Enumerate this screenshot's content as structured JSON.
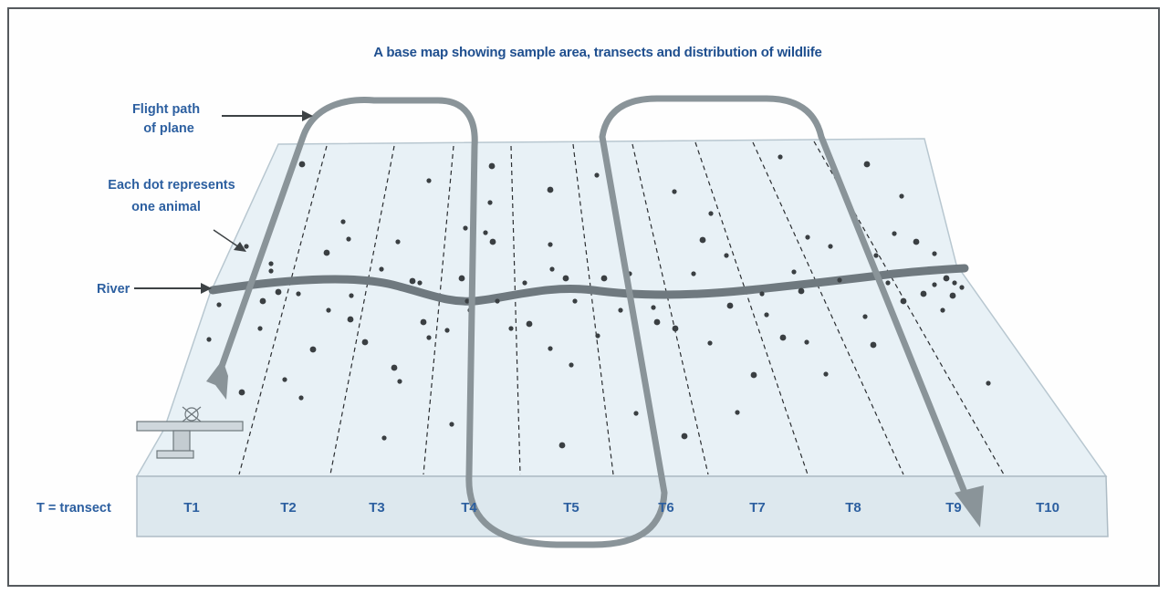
{
  "title": "A base map showing sample area, transects and distribution of wildlife",
  "callouts": {
    "flight_path_line1": "Flight path",
    "flight_path_line2": "of plane",
    "dot_line1": "Each dot represents",
    "dot_line2": "one animal",
    "river": "River",
    "transect_key": "T = transect"
  },
  "transects": [
    "T1",
    "T2",
    "T3",
    "T4",
    "T5",
    "T6",
    "T7",
    "T8",
    "T9",
    "T10"
  ],
  "colors": {
    "frame": "#555a5e",
    "land": "#e8f1f6",
    "land_edge": "#b8c7d0",
    "river": "#6f797f",
    "flight_path": "#8a9499",
    "dots": "#3a3f42",
    "text": "#2c5fa0"
  }
}
